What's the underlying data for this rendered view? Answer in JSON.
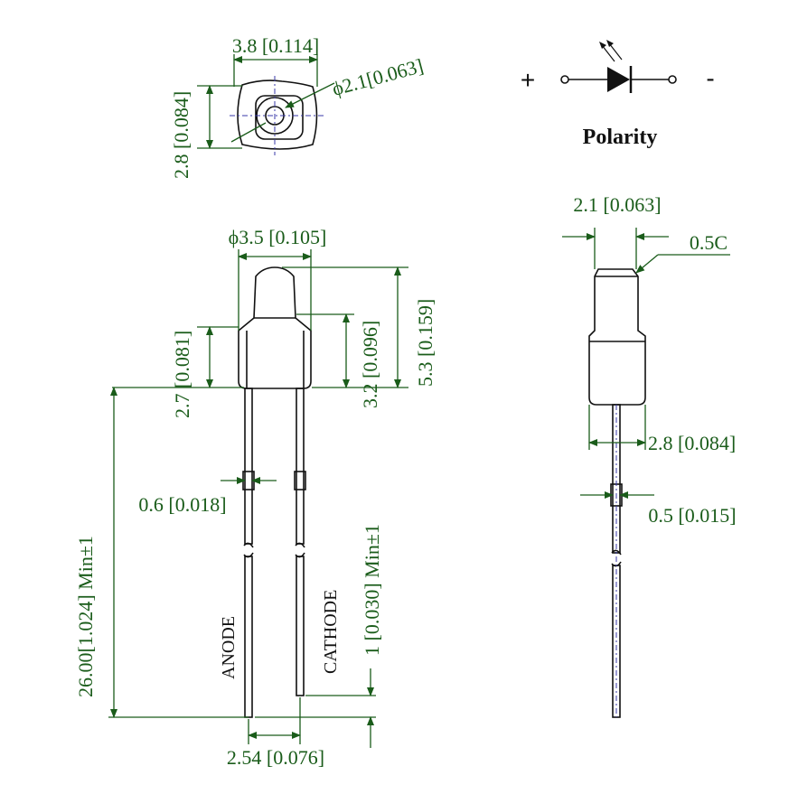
{
  "top_view": {
    "width_dim": "3.8 [0.114]",
    "height_dim": "2.8 [0.084]",
    "hole_dim": "ϕ2.1[0.063]"
  },
  "polarity": {
    "plus": "+",
    "minus": "-",
    "label": "Polarity"
  },
  "front_view": {
    "diameter_dim": "ϕ3.5 [0.105]",
    "body_height_left": "2.7 [0.081]",
    "body_height_right": "3.2 [0.096]",
    "total_height": "5.3 [0.159]",
    "lead_length": "26.00[1.024] Min±1",
    "lead_width": "0.6 [0.018]",
    "lead_diff": "1 [0.030] Min±1",
    "anode_label": "ANODE",
    "cathode_label": "CATHODE",
    "lead_spacing": "2.54 [0.076]"
  },
  "side_view": {
    "tip_dim": "2.1 [0.063]",
    "chamfer": "0.5C",
    "body_dim": "2.8 [0.084]",
    "lead_dim": "0.5 [0.015]"
  },
  "colors": {
    "dimension": "#1a5c1a",
    "outline": "#111111",
    "centerline": "#3a3aa8"
  }
}
